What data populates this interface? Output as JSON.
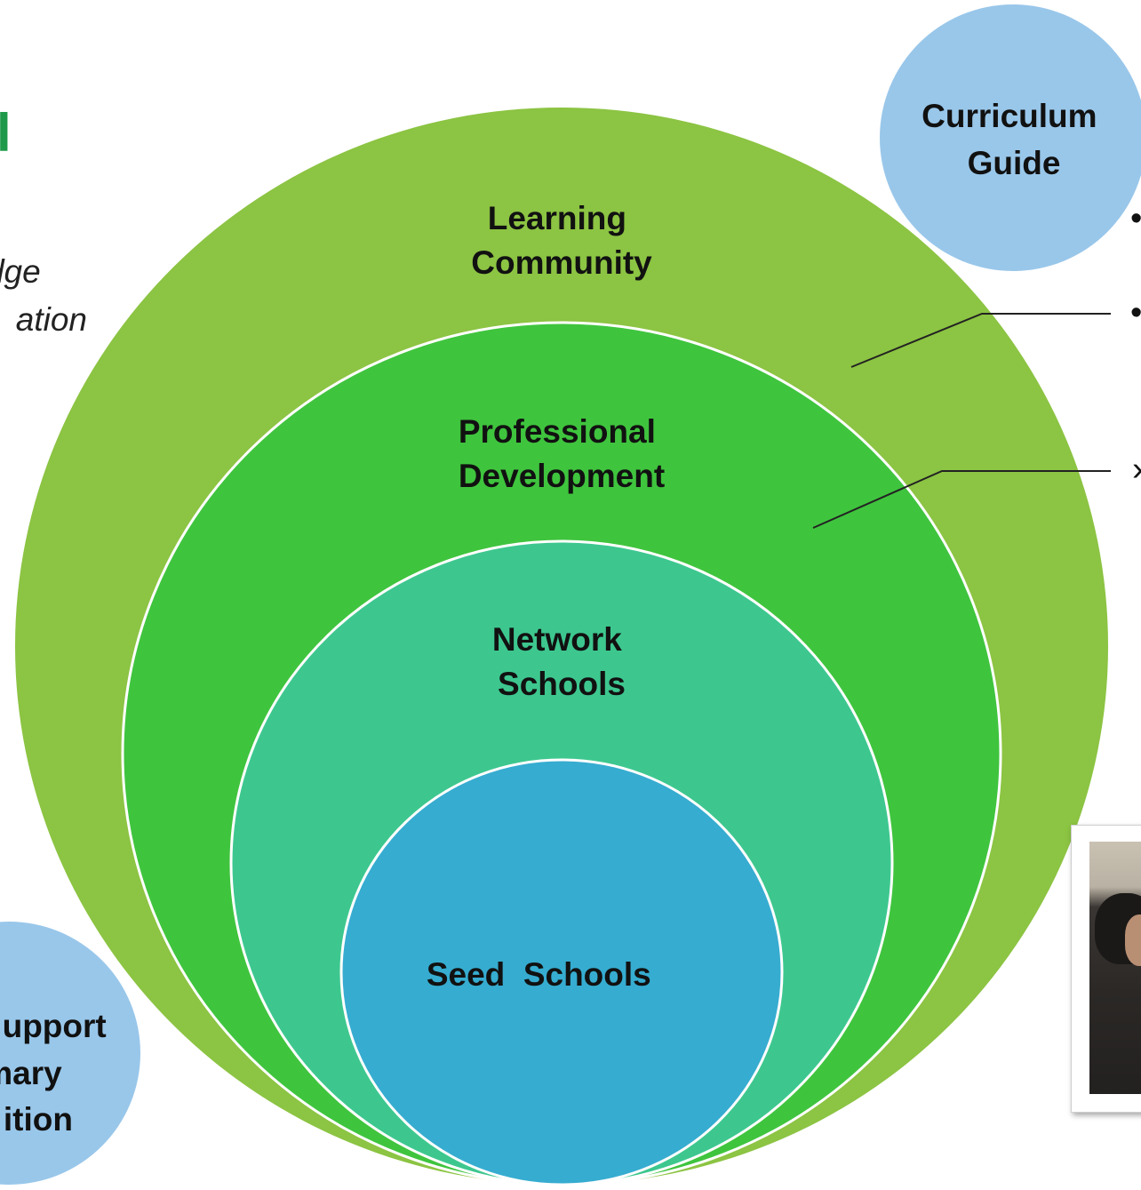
{
  "diagram": {
    "rings": [
      {
        "label_lines": [
          "Learning",
          "Community"
        ],
        "color": "#8CC443"
      },
      {
        "label_lines": [
          "Professional",
          "Development"
        ],
        "color": "#3FC43E"
      },
      {
        "label_lines": [
          "Network",
          "Schools"
        ],
        "color": "#3DC78F"
      },
      {
        "label_lines": [
          "Seed  Schools"
        ],
        "color": "#36ACD0"
      }
    ],
    "top_right_bubble": {
      "label_lines": [
        "Curriculum",
        "Guide"
      ],
      "color": "#99C7EA"
    },
    "bottom_left_bubble": {
      "label_lines": [
        "upport",
        "mary",
        "ition"
      ],
      "color": "#99C7EA"
    },
    "left_title_fragment": {
      "text": "l",
      "color": "#1E9A4A"
    },
    "left_italic_lines": [
      "dge",
      "ation"
    ],
    "ring_outline_color": "#FFFFFF",
    "right_bullets": [
      "•",
      "•",
      "›"
    ]
  }
}
